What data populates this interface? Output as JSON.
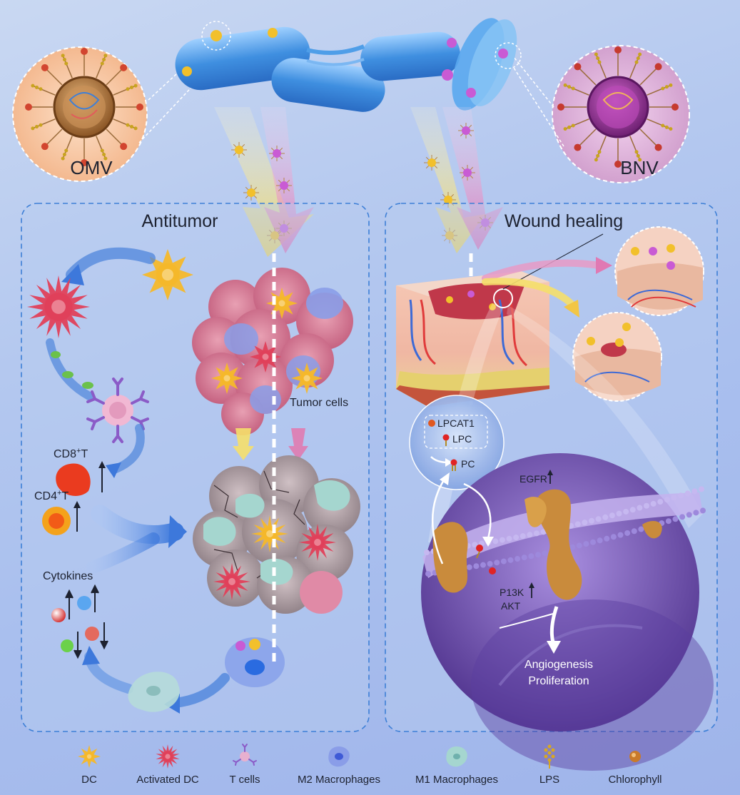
{
  "top": {
    "omv_label": "OMV",
    "bnv_label": "BNV"
  },
  "antitumor": {
    "title": "Antitumor",
    "tumor_label": "Tumor cells",
    "cd8_label": "CD8",
    "cd8_sup": "+",
    "cd8_suffix": "T",
    "cd4_label": "CD4",
    "cd4_sup": "+",
    "cd4_suffix": "T",
    "cytokines_label": "Cytokines"
  },
  "wound": {
    "title": "Wound healing",
    "lpcat1_label": "LPCAT1",
    "lpc_label": "LPC",
    "pc_label": "PC",
    "egfr_label": "EGFR",
    "pi3k_label": "P13K",
    "akt_label": "AKT",
    "angiogenesis_label": "Angiogenesis",
    "proliferation_label": "Proliferation"
  },
  "legend": {
    "items": [
      {
        "label": "DC",
        "icon": "dc-icon",
        "color": "#f5b82a"
      },
      {
        "label": "Activated DC",
        "icon": "activated-dc-icon",
        "color": "#e0405a"
      },
      {
        "label": "T cells",
        "icon": "t-cell-icon",
        "color": "#b57ac9"
      },
      {
        "label": "M2 Macrophages",
        "icon": "m2-macrophage-icon",
        "color": "#7c8ee8"
      },
      {
        "label": "M1 Macrophages",
        "icon": "m1-macrophage-icon",
        "color": "#8cc9c6"
      },
      {
        "label": "LPS",
        "icon": "lps-icon",
        "color": "#d9a821"
      },
      {
        "label": "Chlorophyll",
        "icon": "chlorophyll-icon",
        "color": "#c97a2a"
      }
    ]
  },
  "colors": {
    "omv_bg": "#f6c7a4",
    "bnv_bg": "#dcaed6",
    "panel_border": "#3d7fd6",
    "tumor_pink": "#d37a93",
    "bacteria_blue": "#4f9ee8",
    "arrow_yellow": "#f5df6a",
    "arrow_pink": "#e07bb0",
    "cell_membrane_purple": "#7a5fb8"
  }
}
